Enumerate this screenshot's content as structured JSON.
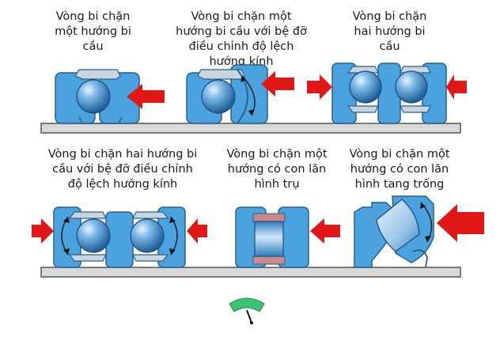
{
  "captions": {
    "c1": "Vòng bi chặn\nmột hướng bi\ncầu",
    "c2": "Vòng bi chặn một\nhướng bi cầu với bệ đỡ\nđiều chỉnh độ lệch\nhướng kính",
    "c3": "Vòng bi chặn\nhai hướng bi\ncầu",
    "c4": "Vòng bi chặn hai hướng bi\ncầu với bệ đỡ điều chỉnh\nđộ lệch hướng kính",
    "c5": "Vòng bi chặn một\nhướng có con lăn\nhình trụ",
    "c6": "Vòng bi chặn một\nhướng có con lăn\nhình tang trống"
  },
  "colors": {
    "ring": "#4aa3df",
    "ring_outline": "#2a5f8a",
    "ball": "#3f8fcf",
    "arrow": "#e01818",
    "base": "#d9d9d9",
    "cage": "#c8d6df",
    "roller_end": "#c98a8a",
    "logo": "#3cc474"
  }
}
